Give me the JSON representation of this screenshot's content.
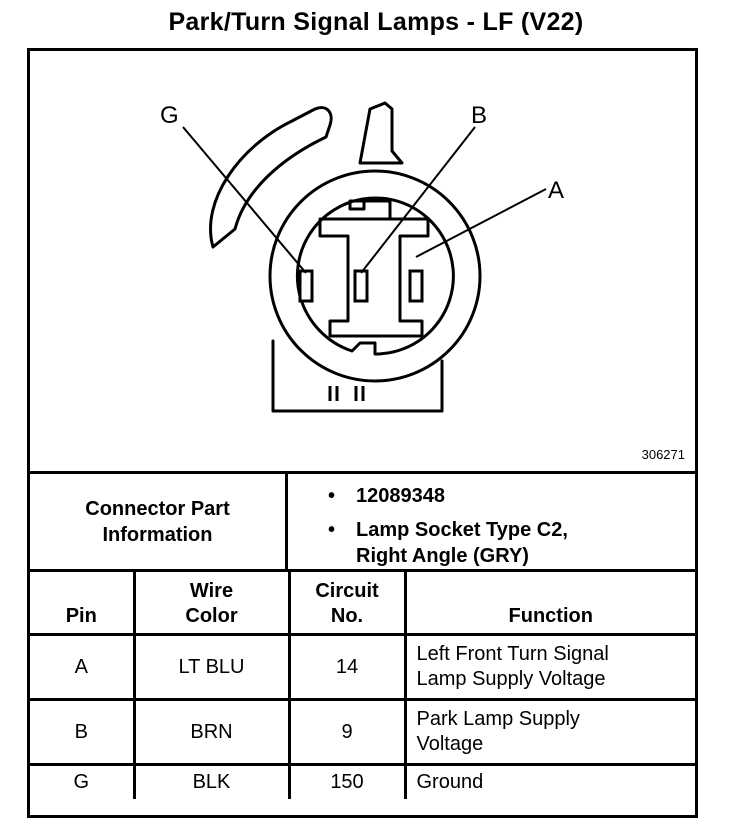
{
  "title": "Park/Turn Signal Lamps - LF (V22)",
  "diagram": {
    "pin_labels": [
      "G",
      "B",
      "A"
    ],
    "figure_number": "306271"
  },
  "connector": {
    "label_line1": "Connector Part",
    "label_line2": "Information",
    "items": [
      "12089348",
      "Lamp Socket Type C2,",
      "Right Angle (GRY)"
    ]
  },
  "table": {
    "headers": {
      "pin": "Pin",
      "wire_line1": "Wire",
      "wire_line2": "Color",
      "circuit_line1": "Circuit",
      "circuit_line2": "No.",
      "function": "Function"
    },
    "rows": [
      {
        "pin": "A",
        "wire": "LT BLU",
        "circuit": "14",
        "function_line1": "Left Front Turn Signal",
        "function_line2": "Lamp Supply Voltage"
      },
      {
        "pin": "B",
        "wire": "BRN",
        "circuit": "9",
        "function_line1": "Park Lamp Supply",
        "function_line2": "Voltage"
      },
      {
        "pin": "G",
        "wire": "BLK",
        "circuit": "150",
        "function_line1": "Ground",
        "function_line2": ""
      }
    ]
  }
}
